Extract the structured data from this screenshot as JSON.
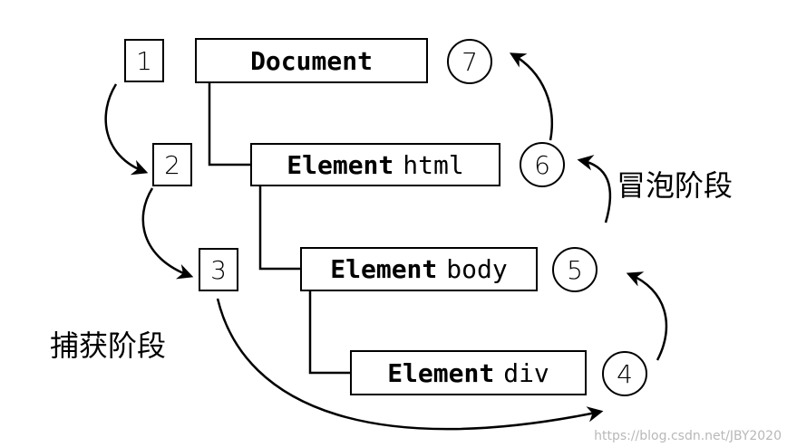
{
  "nodes": [
    {
      "bold": "Document",
      "sub": ""
    },
    {
      "bold": "Element",
      "sub": "html"
    },
    {
      "bold": "Element",
      "sub": "body"
    },
    {
      "bold": "Element",
      "sub": "div"
    }
  ],
  "capture_steps": [
    "1",
    "2",
    "3"
  ],
  "bubble_steps": [
    "4",
    "5",
    "6",
    "7"
  ],
  "phases": {
    "capture": "捕获阶段",
    "bubble": "冒泡阶段"
  },
  "watermark": "https://blog.csdn.net/JBY2020"
}
